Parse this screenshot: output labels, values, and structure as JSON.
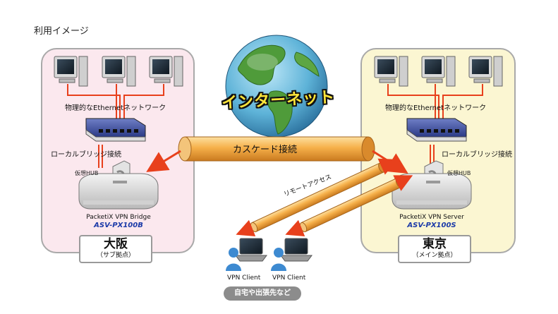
{
  "title": "利用イメージ",
  "internet": {
    "label": "インターネット"
  },
  "cascade": {
    "label": "カスケード接続"
  },
  "remote_access": {
    "label": "リモートアクセス"
  },
  "sites": {
    "osaka": {
      "name": "大阪",
      "subtitle": "（サブ拠点）",
      "network_label": "物理的なEthernetネットワーク",
      "bridge_label": "ローカルブリッジ接続",
      "hub_label": "仮想HUB",
      "product_name": "PacketiX VPN Bridge",
      "product_model": "ASV-PX100B"
    },
    "tokyo": {
      "name": "東京",
      "subtitle": "（メイン拠点）",
      "network_label": "物理的なEthernetネットワーク",
      "bridge_label": "ローカルブリッジ接続",
      "hub_label": "仮想HUB",
      "product_name": "PacketiX VPN Server",
      "product_model": "ASV-PX100S"
    }
  },
  "clients": [
    {
      "label": "VPN Client"
    },
    {
      "label": "VPN Client"
    }
  ],
  "mobile": {
    "label": "自宅や出張先など"
  },
  "colors": {
    "osaka_panel": "#fbe8ee",
    "tokyo_panel": "#fbf6d2",
    "cable": "#e8401c",
    "tunnel": "#f6b04a",
    "arrow": "#e8401c",
    "model_text": "#1b3aa8",
    "internet_text": "#ffe53a"
  }
}
